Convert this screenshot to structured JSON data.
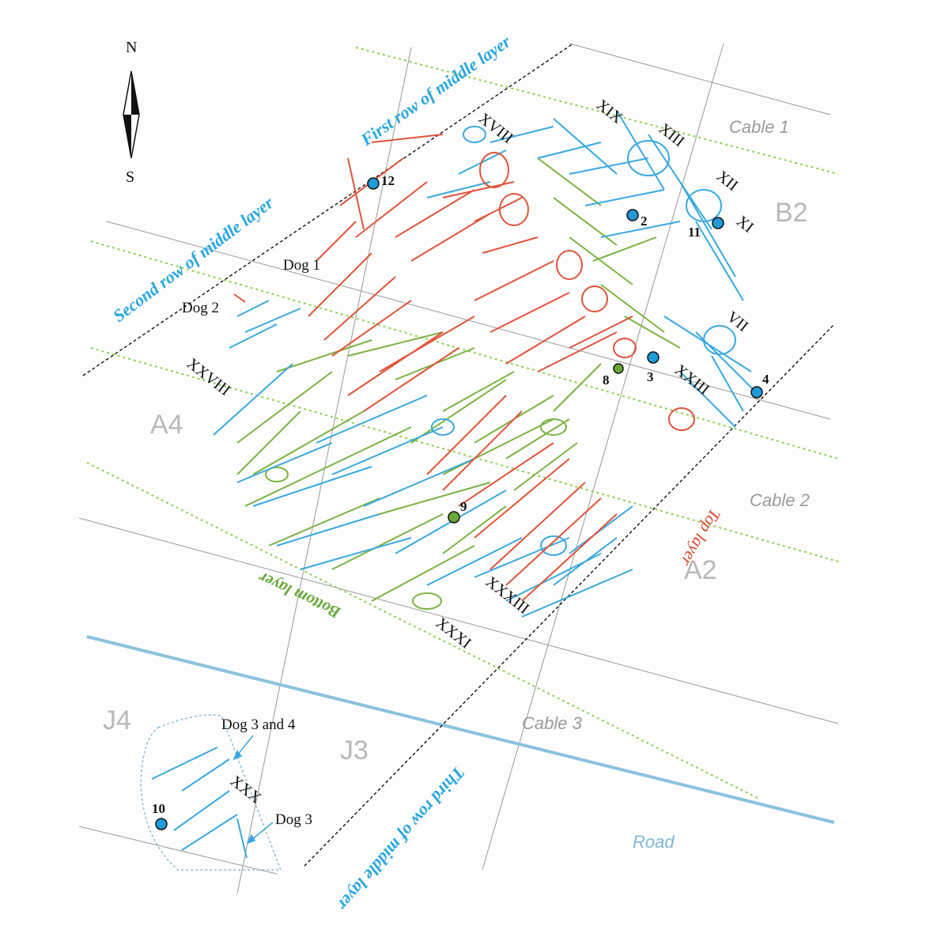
{
  "compass": {
    "north": "N",
    "south": "S"
  },
  "sectors": {
    "b2": "B2",
    "a4": "A4",
    "a2": "A2",
    "j4": "J4",
    "j3": "J3"
  },
  "cables": {
    "cable1": "Cable 1",
    "cable2": "Cable 2",
    "cable3": "Cable 3"
  },
  "road": "Road",
  "layers": {
    "first_row": "First row of middle layer",
    "second_row": "Second row of middle layer",
    "third_row": "Third row of middle layer",
    "top": "Top layer",
    "bottom": "Bottom layer"
  },
  "dogs": {
    "dog1": "Dog 1",
    "dog2": "Dog 2",
    "dog3and4": "Dog 3 and 4",
    "dog3": "Dog 3"
  },
  "individuals": {
    "xviii": "XVIII",
    "xix": "XIX",
    "xiii": "XIII",
    "xii": "XII",
    "xi": "XI",
    "vii": "VII",
    "xxiii": "XXIII",
    "xxviii": "XXVIII",
    "xxxiii": "XXXIII",
    "xxxi": "XXXI",
    "xxx": "XXX"
  },
  "samples": {
    "s12": "12",
    "s2": "2",
    "s11": "11",
    "s3": "3",
    "s8": "8",
    "s4": "4",
    "s9": "9",
    "s10": "10"
  },
  "colors": {
    "top_layer": "#d9442b",
    "middle_layer": "#2aa7df",
    "bottom_layer": "#6aa93a",
    "sample_blue": "#1f9ad6",
    "sample_green": "#6aa93a"
  }
}
